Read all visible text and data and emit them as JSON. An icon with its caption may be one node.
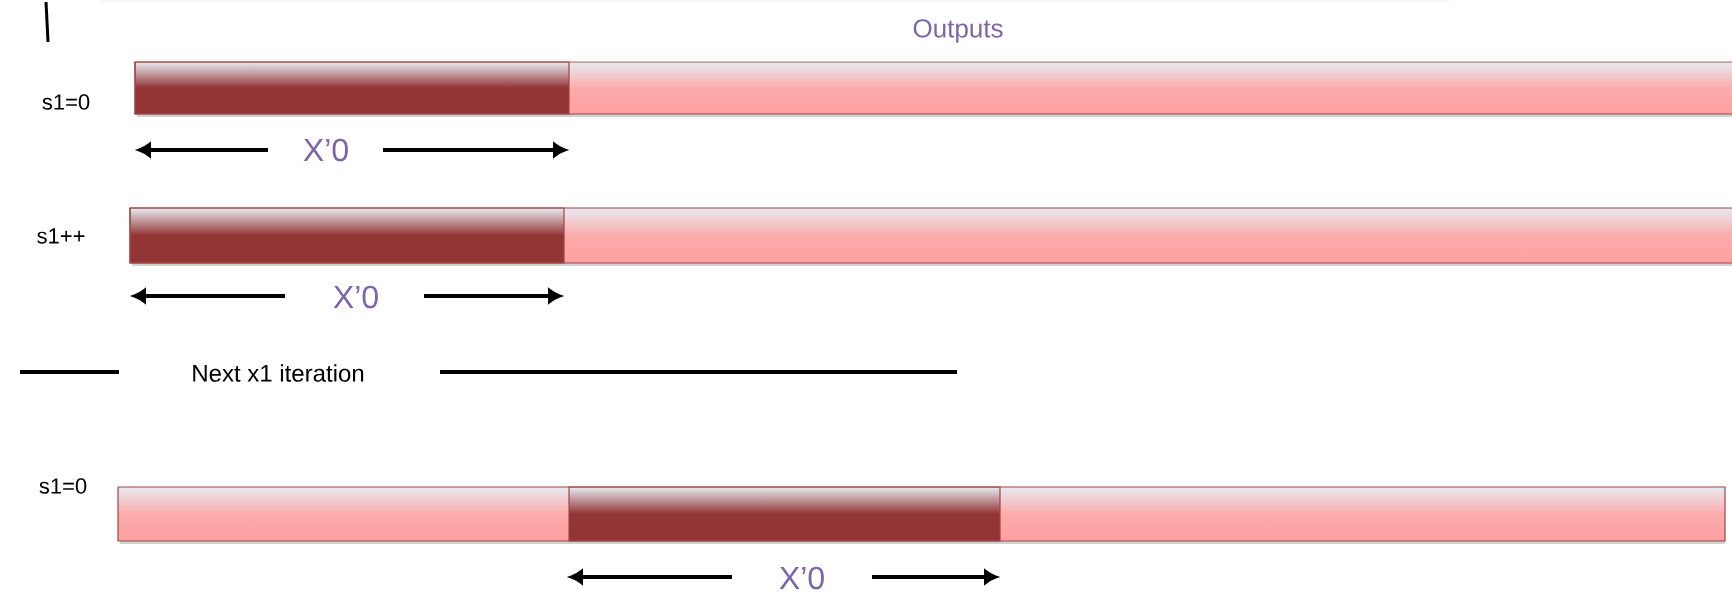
{
  "diagram": {
    "labels": [
      "Outputs",
      "s1=0",
      "X’0",
      "s1++",
      "X’0",
      "Next x1 iteration",
      "s1=0",
      "X’0"
    ]
  }
}
